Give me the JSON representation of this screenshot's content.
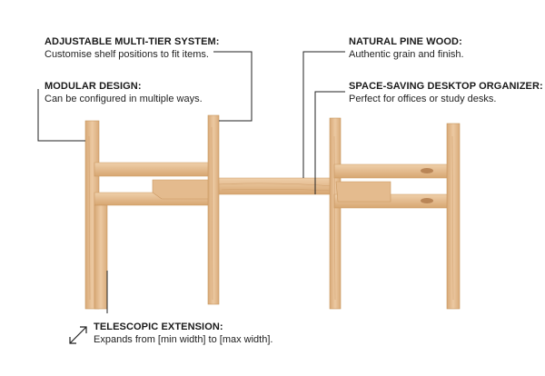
{
  "features": {
    "adjustable": {
      "title": "ADJUSTABLE MULTI-TIER SYSTEM:",
      "desc": "Customise shelf positions to fit items."
    },
    "modular": {
      "title": "MODULAR DESIGN:",
      "desc": "Can be configured in multiple ways."
    },
    "natural": {
      "title": "NATURAL PINE WOOD:",
      "desc": "Authentic grain and finish."
    },
    "spacesave": {
      "title": "SPACE-SAVING DESKTOP ORGANIZER:",
      "desc": "Perfect for offices or study desks."
    },
    "telescopic": {
      "title": "TELESCOPIC EXTENSION:",
      "desc": "Expands from [min width] to [max width]."
    }
  },
  "icons": {
    "extension": "diagonal-double-arrow-icon"
  },
  "colors": {
    "wood_light": "#e9c49c",
    "wood_mid": "#ddb283",
    "wood_edge": "#c9975f",
    "line": "#222222",
    "background": "#ffffff"
  }
}
